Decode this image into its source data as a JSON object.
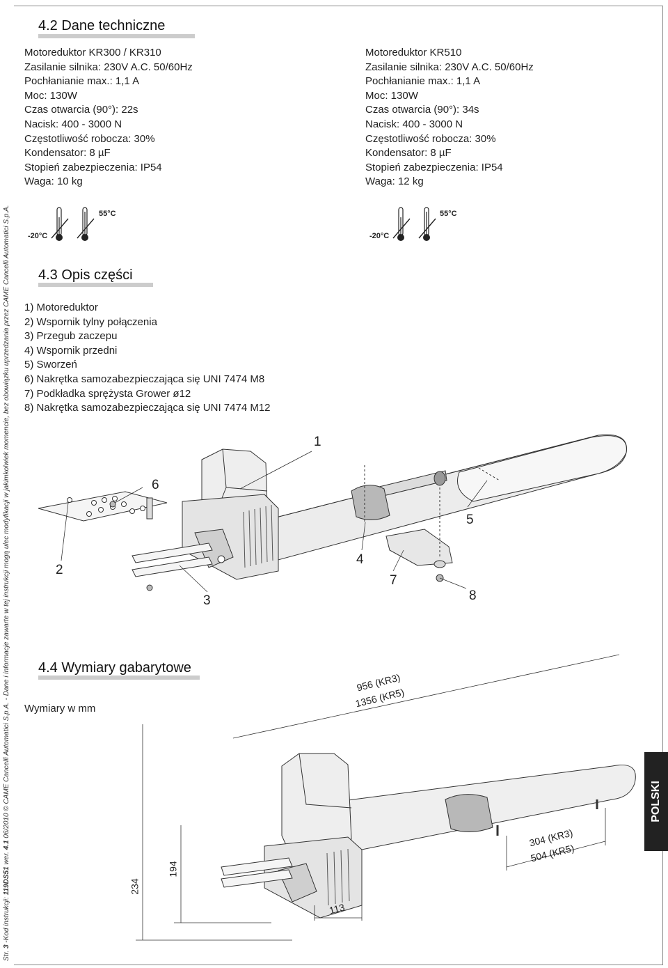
{
  "sidebar_note": {
    "prefix": "Str. ",
    "page": "3",
    "code_label": " -Kod instrukcji: ",
    "code": "119DS51",
    "version_label": " wer. ",
    "version": "4.1",
    "rest": " 06/2010 © CAME Cancelli Automatici S.p.A. - Dane i informacje zawarte w tej instrukcji mogą ulec modyfikacji w jakimkolwiek momencie, bez obowiązku uprzedzania przez CAME Cancelli Automatici S.p.A."
  },
  "section_tech": {
    "title": "4.2 Dane techniczne"
  },
  "spec_left": {
    "lines": [
      "Motoreduktor KR300 / KR310",
      "Zasilanie silnika: 230V A.C. 50/60Hz",
      "Pochłanianie max.: 1,1 A",
      "Moc: 130W",
      "Czas otwarcia (90°): 22s",
      "Nacisk: 400 - 3000 N",
      "Częstotliwość robocza: 30%",
      "Kondensator: 8 µF",
      "Stopień zabezpieczenia: IP54",
      "Waga: 10 kg"
    ]
  },
  "spec_right": {
    "lines": [
      "Motoreduktor KR510",
      "Zasilanie silnika: 230V A.C. 50/60Hz",
      "Pochłanianie max.: 1,1 A",
      "Moc: 130W",
      "Czas otwarcia (90°): 34s",
      "Nacisk: 400 - 3000 N",
      "Częstotliwość robocza: 30%",
      "Kondensator: 8 µF",
      "Stopień zabezpieczenia: IP54",
      "Waga: 12 kg"
    ]
  },
  "temperature": {
    "min": "-20°C",
    "max": "55°C"
  },
  "section_parts": {
    "title": "4.3 Opis części",
    "items": [
      "1) Motoreduktor",
      "2) Wspornik tylny połączenia",
      "3) Przegub zaczepu",
      "4) Wspornik przedni",
      "5) Sworzeń",
      "6) Nakrętka samozabezpieczająca się UNI 7474 M8",
      "7) Podkładka sprężysta Grower ø12",
      "8) Nakrętka samozabezpieczająca się UNI 7474 M12"
    ],
    "callouts": [
      "1",
      "2",
      "3",
      "4",
      "5",
      "6",
      "7",
      "8"
    ]
  },
  "section_dims": {
    "title": "4.4 Wymiary gabarytowe",
    "unit_note": "Wymiary w mm",
    "length_kr3": "956 (KR3)",
    "length_kr5": "1356 (KR5)",
    "stroke_kr3": "304 (KR3)",
    "stroke_kr5": "504 (KR5)",
    "height_total": "234",
    "height_body": "194",
    "width": "113"
  },
  "language_tab": "POLSKI"
}
